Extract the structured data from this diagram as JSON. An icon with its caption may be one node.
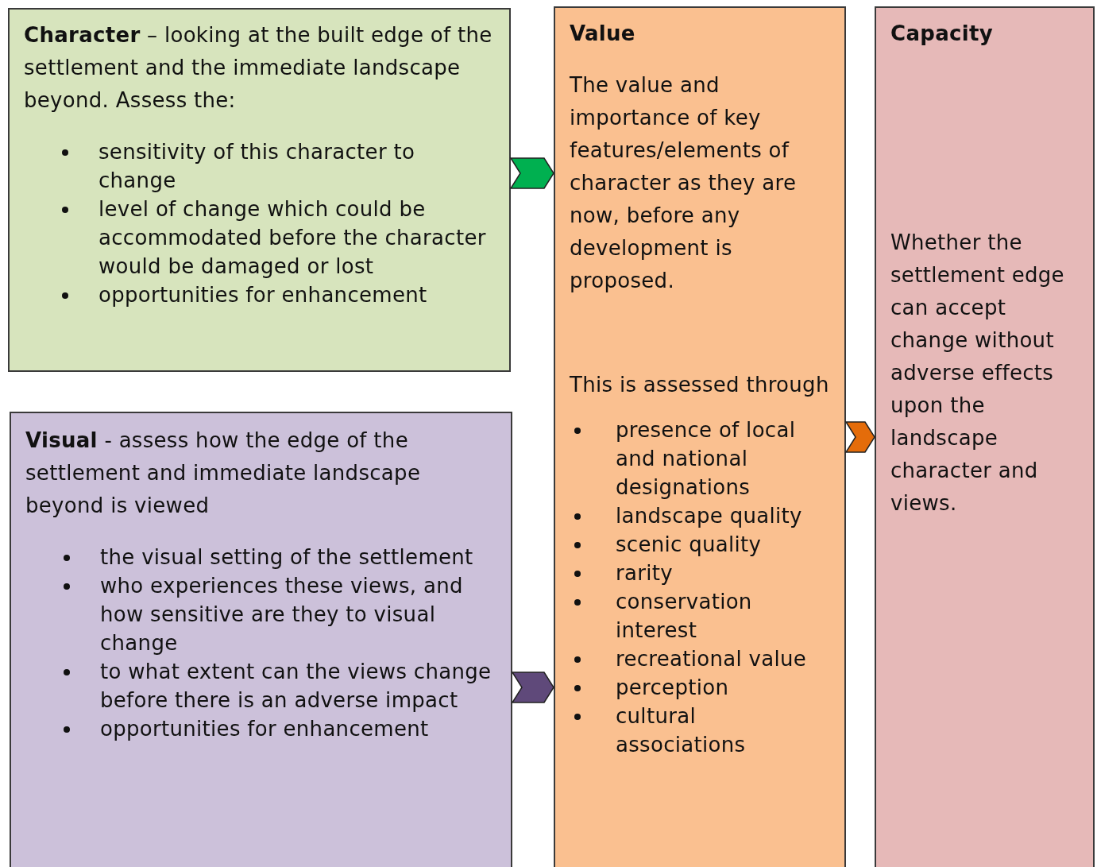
{
  "diagram": {
    "nodes": [
      {
        "text": [
          "**Character** – looking at the built edge of the settlement and the immediate landscape beyond. Assess the:",
          "sensitivity of this character to change",
          "level of change which could be accommodated before the character would be damaged or lost",
          "opportunities for enhancement"
        ]
      },
      {
        "text": [
          "**Visual** - assess how the edge of the settlement and immediate landscape beyond is viewed",
          "the visual setting of the settlement",
          "who experiences these views, and how sensitive are they to visual change",
          "to what extent can the views change before there is an adverse impact",
          "opportunities for enhancement"
        ]
      },
      {
        "text": [
          "Value",
          "The value and importance of key features/elements of character as they are now, before any development is proposed.",
          "This is assessed through",
          "presence of local and national designations",
          "landscape quality",
          "scenic quality",
          "rarity",
          "conservation interest",
          "recreational value",
          "perception",
          "cultural associations"
        ]
      },
      {
        "text": [
          "Capacity",
          "Whether the settlement edge can accept change without adverse effects upon the landscape character and views."
        ]
      }
    ],
    "edges": [
      {
        "from": 0,
        "to": 2,
        "arrow": "to",
        "color": "#00b050"
      },
      {
        "from": 1,
        "to": 2,
        "arrow": "to",
        "color": "#5f497a"
      },
      {
        "from": 2,
        "to": 3,
        "arrow": "to",
        "color": "#e46c0a"
      }
    ]
  }
}
